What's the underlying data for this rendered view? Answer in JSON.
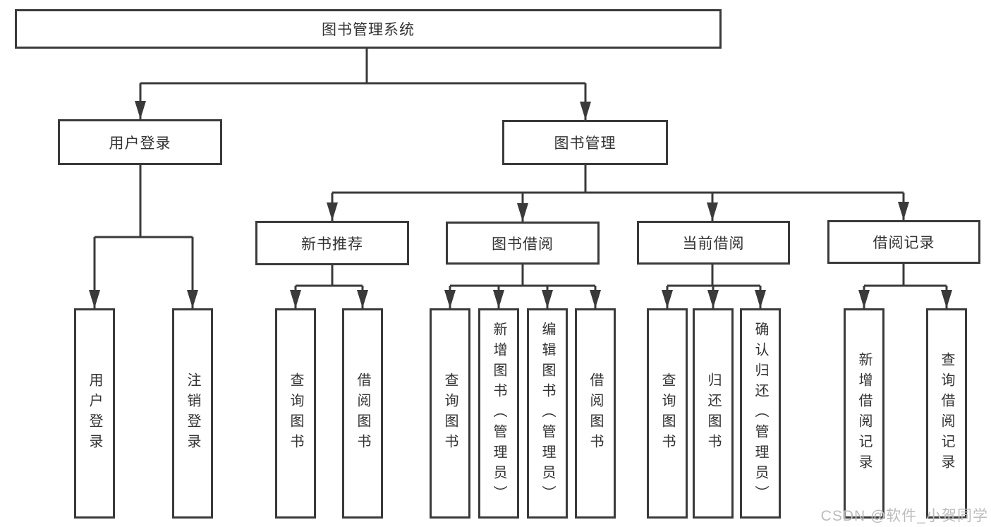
{
  "colors": {
    "line": "#3a3a3a",
    "text": "#333333",
    "watermark": "#bcbcbc",
    "background": "#ffffff"
  },
  "watermark": "CSDN @软件_小贺同学",
  "tree": {
    "root": "图书管理系统",
    "branches": [
      {
        "label": "用户登录",
        "children": [
          "用户登录",
          "注销登录"
        ]
      },
      {
        "label": "图书管理",
        "groups": [
          {
            "label": "新书推荐",
            "children": [
              "查询图书",
              "借阅图书"
            ]
          },
          {
            "label": "图书借阅",
            "children": [
              "查询图书",
              "新增图书（管理员）",
              "编辑图书（管理员）",
              "借阅图书"
            ]
          },
          {
            "label": "当前借阅",
            "children": [
              "查询图书",
              "归还图书",
              "确认归还（管理员）"
            ]
          },
          {
            "label": "借阅记录",
            "children": [
              "新增借阅记录",
              "查询借阅记录"
            ]
          }
        ]
      }
    ]
  }
}
